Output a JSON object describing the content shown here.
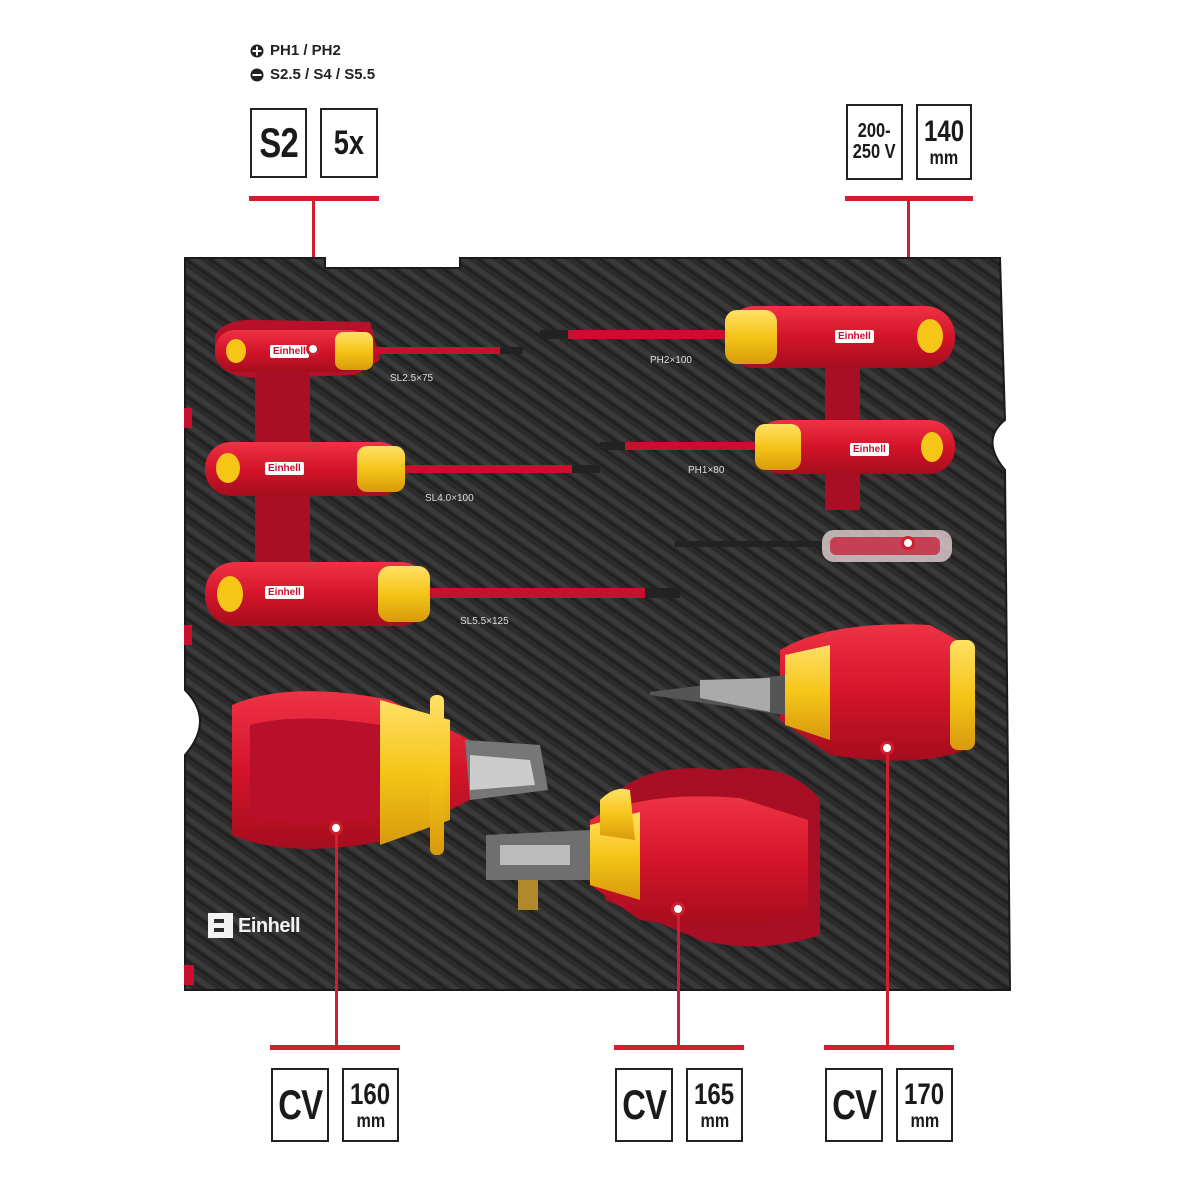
{
  "screwdriver_spec": {
    "bit_types": [
      {
        "icon": "phillips-icon",
        "text": "PH1 / PH2"
      },
      {
        "icon": "slotted-icon",
        "text": "S2.5 / S4 / S5.5"
      }
    ],
    "material": "S2",
    "count": "5x"
  },
  "tester_spec": {
    "voltage": "200-\n250 V",
    "length_value": "140",
    "length_unit": "mm"
  },
  "pliers_specs": [
    {
      "material": "CV",
      "length_value": "160",
      "length_unit": "mm"
    },
    {
      "material": "CV",
      "length_value": "165",
      "length_unit": "mm"
    },
    {
      "material": "CV",
      "length_value": "170",
      "length_unit": "mm"
    }
  ],
  "tool_labels": {
    "sl25": "SL2.5×75",
    "ph2": "PH2×100",
    "sl40": "SL4.0×100",
    "ph1": "PH1×80",
    "sl55": "SL5.5×125"
  },
  "brand": "Einhell",
  "colors": {
    "accent_red": "#d01f2e",
    "handle_red": "#d4142a",
    "handle_yellow": "#f5c518",
    "foam": "#2a2a2a"
  }
}
